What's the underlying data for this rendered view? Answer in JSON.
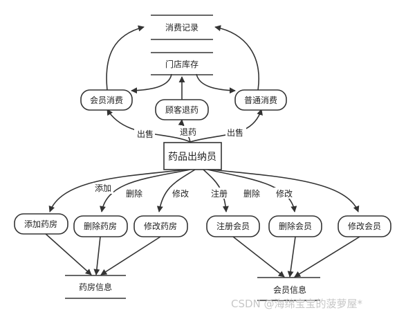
{
  "center": "药品出纳员",
  "stores": {
    "records": "消费记录",
    "inventory": "门店库存",
    "pharmacy_info": "药房信息",
    "member_info": "会员信息"
  },
  "processes": {
    "member_purchase": "会员消费",
    "customer_return": "顾客退药",
    "normal_purchase": "普通消费",
    "add_pharmacy": "添加药房",
    "delete_pharmacy": "删除药房",
    "modify_pharmacy": "修改药房",
    "register_member": "注册会员",
    "delete_member": "删除会员",
    "modify_member": "修改会员"
  },
  "edge_labels": {
    "sell_left": "出售",
    "return": "退药",
    "sell_right": "出售",
    "add": "添加",
    "delete_pharmacy": "删除",
    "modify_pharmacy": "修改",
    "register": "注册",
    "delete_member": "删除",
    "modify_member": "修改"
  },
  "watermark": "CSDN @海绵宝宝的菠萝屋*"
}
